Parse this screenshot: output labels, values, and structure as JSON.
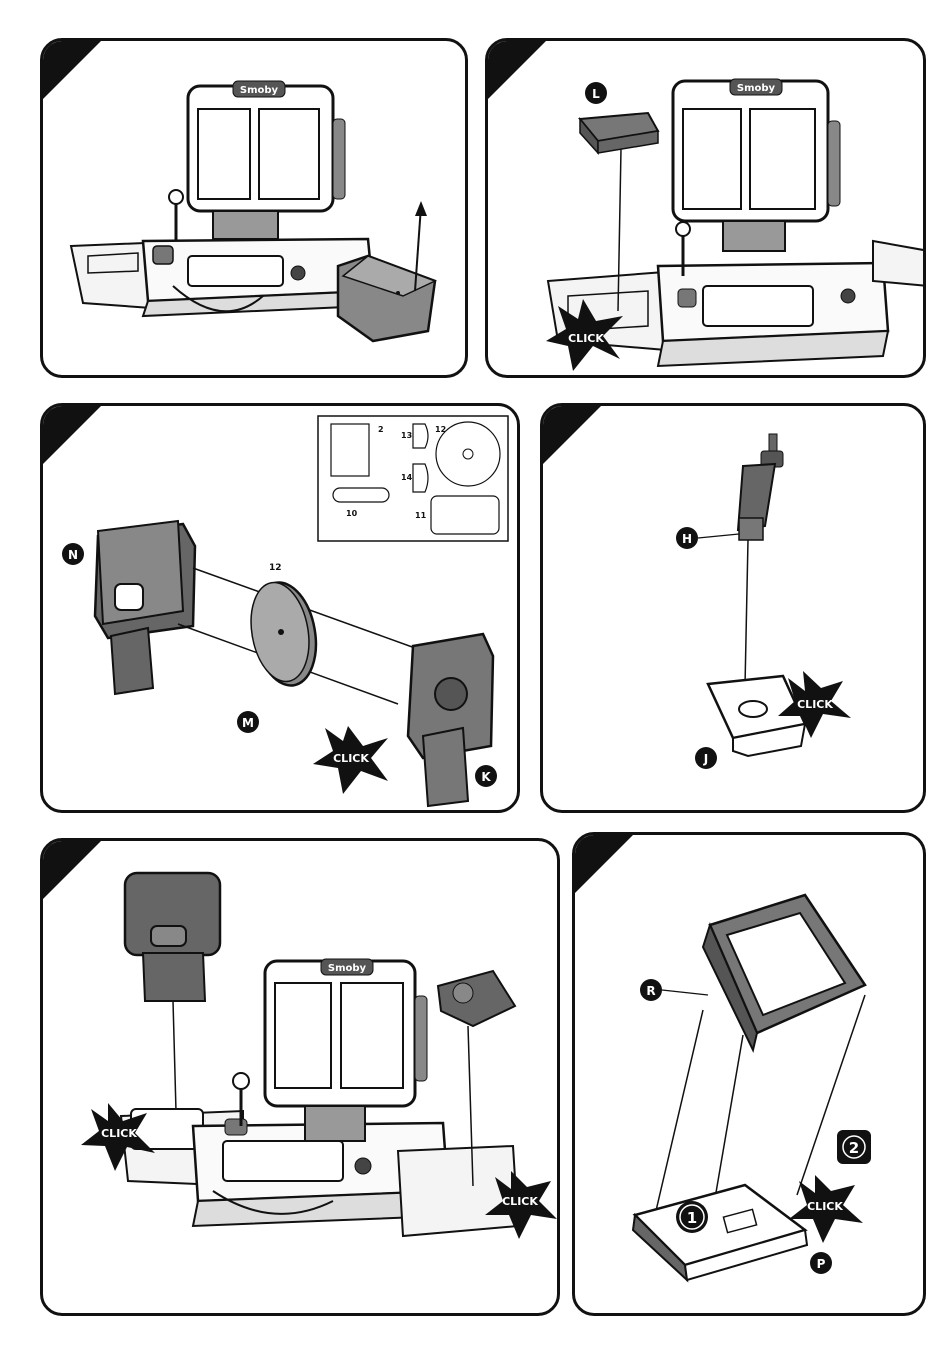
{
  "brand": "Smoby",
  "click_text": "CLICK",
  "labels": {
    "L": "L",
    "N": "N",
    "M": "M",
    "K": "K",
    "H": "H",
    "J": "J",
    "R": "R",
    "P": "P"
  },
  "step_marks": {
    "one": "1",
    "two": "2"
  },
  "sticker_sheet": {
    "s2": "2",
    "s13": "13",
    "s12": "12",
    "s14": "14",
    "s10": "10",
    "s11": "11"
  },
  "wheel_number": "12"
}
